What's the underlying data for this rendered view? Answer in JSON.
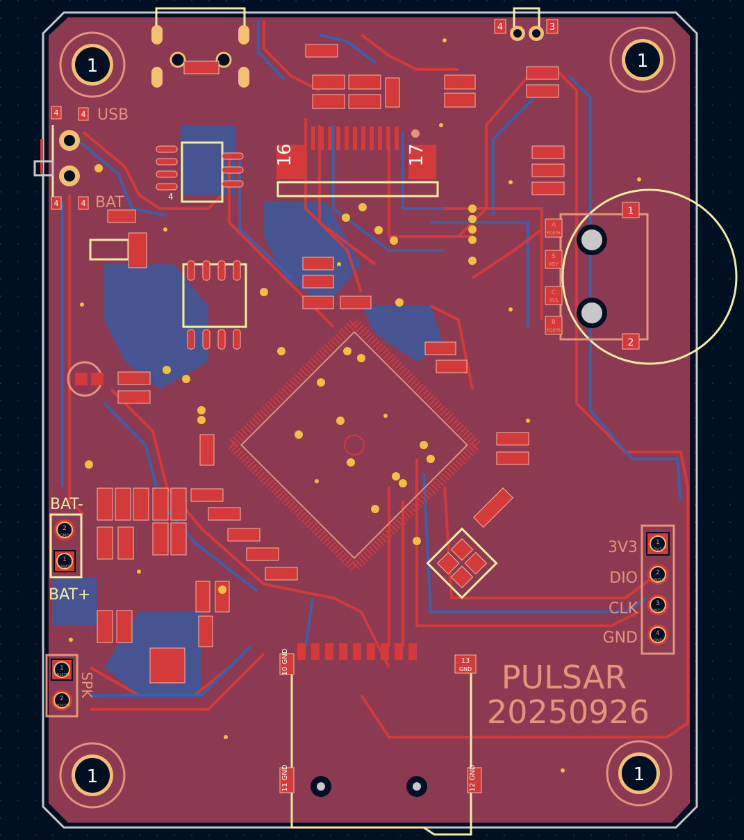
{
  "colors": {
    "background": "#001023",
    "board": "#8b3a52",
    "copper_front": "#d13a3a",
    "copper_back": "#3d5fa8",
    "silkscreen": "#f2eda1",
    "fab": "#e5937a",
    "outline": "#c8c8c8"
  },
  "mounting_holes": [
    "1",
    "1",
    "1",
    "1"
  ],
  "usb": {
    "label": "USB",
    "pad_labels": [
      "4",
      "4",
      "4",
      "4"
    ]
  },
  "bat_label": "BAT",
  "battery": {
    "minus_label": "BAT-",
    "plus_label": "BAT+",
    "pins": [
      {
        "num": "2",
        "net": "GND"
      },
      {
        "num": "1",
        "net": "VBAT"
      }
    ]
  },
  "speaker": {
    "label": "SPK",
    "pins": [
      {
        "num": "1",
        "net": "SIN10784"
      },
      {
        "num": "2",
        "net": "SIN10784"
      }
    ]
  },
  "fpc": {
    "pad_left": "16",
    "pad_right": "17"
  },
  "top_connector": {
    "pins": [
      "4",
      "3"
    ]
  },
  "ic_u": {
    "pin_label": "4"
  },
  "encoder": {
    "pads": [
      {
        "num": "1"
      },
      {
        "num": "2"
      }
    ],
    "pins": [
      {
        "letter": "A",
        "net": "EQEPA"
      },
      {
        "letter": "S",
        "net": "KEY"
      },
      {
        "letter": "C",
        "net": "3V1"
      },
      {
        "letter": "B",
        "net": "EQEPB"
      }
    ]
  },
  "debug_header": {
    "labels": [
      "3V3",
      "DIO",
      "CLK",
      "GND"
    ],
    "pins": [
      {
        "num": "1",
        "net": "3V3"
      },
      {
        "num": "2",
        "net": "SWDIO"
      },
      {
        "num": "3",
        "net": "SWCLK"
      },
      {
        "num": "4",
        "net": "GND"
      }
    ]
  },
  "sd_card": {
    "pads": [
      {
        "num": "10",
        "net": "GND"
      },
      {
        "num": "11",
        "net": "GND"
      },
      {
        "num": "12",
        "net": "GND"
      },
      {
        "num": "13",
        "net": "GND"
      }
    ]
  },
  "board_text": {
    "name": "PULSAR",
    "date": "20250926"
  }
}
